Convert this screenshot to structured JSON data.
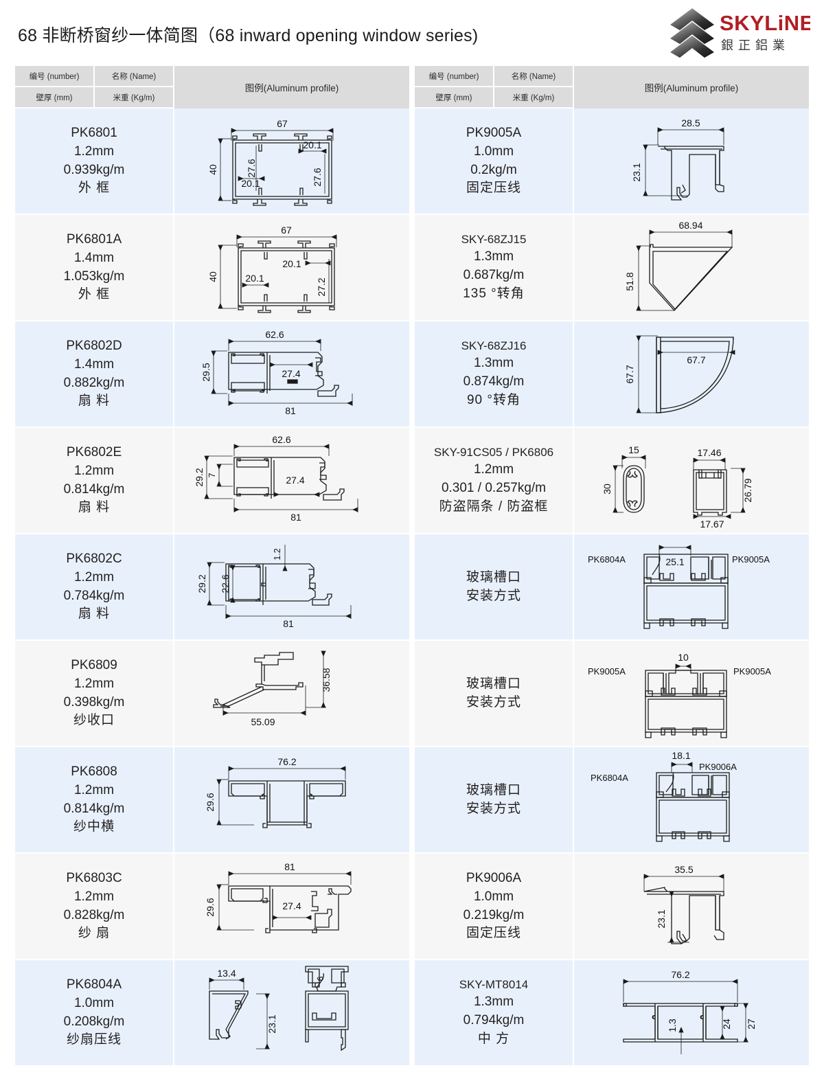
{
  "header": {
    "title": "68 非断桥窗纱一体简图（68 inward opening window series)",
    "logo_brand": "SKYLiNE",
    "logo_sub": "銀 正 鋁 業"
  },
  "table_header": {
    "number": "编号 (number)",
    "name": "名称 (Name)",
    "thickness": "壁厚 (mm)",
    "weight": "米重 (Kg/m)",
    "profile": "图例(Aluminum profile)"
  },
  "left_rows": [
    {
      "code": "PK6801",
      "thickness": "1.2mm",
      "weight": "0.939kg/m",
      "name": "外 框",
      "dims": [
        "67",
        "40",
        "27.6",
        "20.1",
        "20.1",
        "27.6"
      ]
    },
    {
      "code": "PK6801A",
      "thickness": "1.4mm",
      "weight": "1.053kg/m",
      "name": "外 框",
      "dims": [
        "67",
        "40",
        "20.1",
        "20.1",
        "27.2"
      ]
    },
    {
      "code": "PK6802D",
      "thickness": "1.4mm",
      "weight": "0.882kg/m",
      "name": "扇 料",
      "dims": [
        "62.6",
        "29.5",
        "27.4",
        "81"
      ]
    },
    {
      "code": "PK6802E",
      "thickness": "1.2mm",
      "weight": "0.814kg/m",
      "name": "扇 料",
      "dims": [
        "62.6",
        "29.2",
        "7",
        "27.4",
        "81"
      ]
    },
    {
      "code": "PK6802C",
      "thickness": "1.2mm",
      "weight": "0.784kg/m",
      "name": "扇 料",
      "dims": [
        "1.2",
        "29.2",
        "22.6",
        "81"
      ]
    },
    {
      "code": "PK6809",
      "thickness": "1.2mm",
      "weight": "0.398kg/m",
      "name": "纱收口",
      "dims": [
        "36.58",
        "55.09"
      ]
    },
    {
      "code": "PK6808",
      "thickness": "1.2mm",
      "weight": "0.814kg/m",
      "name": "纱中横",
      "dims": [
        "76.2",
        "29.6"
      ]
    },
    {
      "code": "PK6803C",
      "thickness": "1.2mm",
      "weight": "0.828kg/m",
      "name": "纱 扇",
      "dims": [
        "81",
        "29.6",
        "27.4"
      ]
    },
    {
      "code": "PK6804A",
      "thickness": "1.0mm",
      "weight": "0.208kg/m",
      "name": "纱扇压线",
      "dims": [
        "13.4",
        "23.1",
        "6"
      ]
    }
  ],
  "right_rows": [
    {
      "code": "PK9005A",
      "thickness": "1.0mm",
      "weight": "0.2kg/m",
      "name": "固定压线",
      "dims": [
        "28.5",
        "23.1"
      ]
    },
    {
      "code": "SKY-68ZJ15",
      "thickness": "1.3mm",
      "weight": "0.687kg/m",
      "name": "135 °转角",
      "dims": [
        "68.94",
        "51.8"
      ]
    },
    {
      "code": "SKY-68ZJ16",
      "thickness": "1.3mm",
      "weight": "0.874kg/m",
      "name": "90 °转角",
      "dims": [
        "67.7",
        "67.7"
      ]
    },
    {
      "code": "SKY-91CS05 / PK6806",
      "thickness": "1.2mm",
      "weight": "0.301 / 0.257kg/m",
      "name": "防盗隔条 / 防盗框",
      "dims": [
        "15",
        "30",
        "17.46",
        "26.79",
        "17.67"
      ]
    },
    {
      "code": "",
      "thickness": "",
      "weight": "",
      "name": "玻璃槽口",
      "name2": "安装方式",
      "dims": [
        "25.1"
      ],
      "labels": [
        "PK6804A",
        "PK9005A"
      ]
    },
    {
      "code": "",
      "thickness": "",
      "weight": "",
      "name": "玻璃槽口",
      "name2": "安装方式",
      "dims": [
        "10"
      ],
      "labels": [
        "PK9005A",
        "PK9005A"
      ]
    },
    {
      "code": "",
      "thickness": "",
      "weight": "",
      "name": "玻璃槽口",
      "name2": "安装方式",
      "dims": [
        "18.1"
      ],
      "labels": [
        "PK6804A",
        "PK9006A"
      ]
    },
    {
      "code": "PK9006A",
      "thickness": "1.0mm",
      "weight": "0.219kg/m",
      "name": "固定压线",
      "dims": [
        "35.5",
        "23.1"
      ]
    },
    {
      "code": "SKY-MT8014",
      "thickness": "1.3mm",
      "weight": "0.794kg/m",
      "name": "中 方",
      "dims": [
        "76.2",
        "1.3",
        "24",
        "27"
      ]
    }
  ],
  "colors": {
    "row_odd": "#e8f1fb",
    "row_even": "#f6f6f6",
    "header_band": "#dcdcdc",
    "brand_red": "#b01f24",
    "line": "#1a1a1a"
  }
}
